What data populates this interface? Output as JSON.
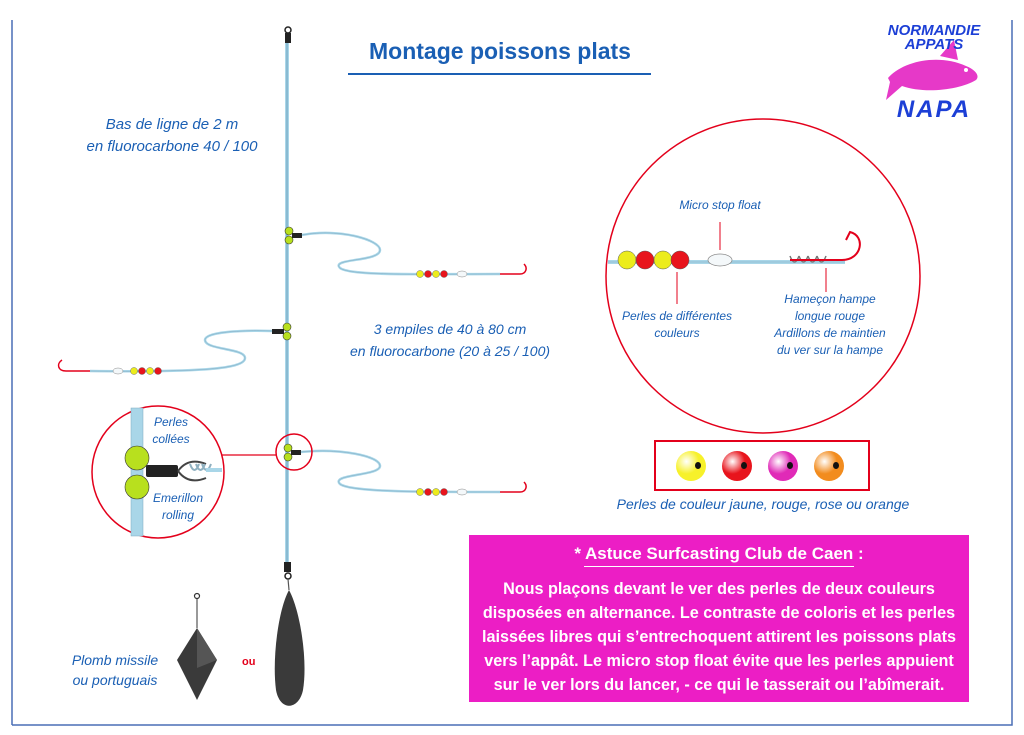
{
  "title": "Montage poissons plats",
  "logo": {
    "top": "NORMANDIE APPATS",
    "bottom": "NAPA"
  },
  "labels": {
    "leader_line1": "Bas de ligne de 2 m",
    "leader_line2": "en fluorocarbone 40 / 100",
    "snoods_line1": "3 empiles de 40 à 80 cm",
    "snoods_line2": "en fluorocarbone (20 à 25 / 100)",
    "micro_stop": "Micro stop float",
    "beads_line1": "Perles de différentes",
    "beads_line2": "couleurs",
    "hook_line1": "Hameçon hampe",
    "hook_line2": "longue rouge",
    "hook_line3": "Ardillons de maintien",
    "hook_line4": "du ver sur la hampe",
    "glued_line1": "Perles",
    "glued_line2": "collées",
    "swivel_line1": "Emerillon",
    "swivel_line2": "rolling",
    "bead_colors": "Perles de couleur jaune, rouge, rose ou orange",
    "sinker_line1": "Plomb missile",
    "sinker_line2": "ou portuguais",
    "or": "ou"
  },
  "tip": {
    "title": "* Astuce Surfcasting Club de Caen :",
    "lines": [
      "Nous plaçons devant le ver des perles de deux couleurs",
      "disposées en alternance. Le contraste de coloris et les perles",
      "laissées libres qui s’entrechoquent attirent les poissons plats",
      "vers l’appât. Le micro stop float évite que les perles appuient",
      "sur le ver lors du lancer, - ce qui le tasserait ou l’abîmerait."
    ]
  },
  "bead_swatches": [
    {
      "name": "jaune",
      "color": "#f7f12a"
    },
    {
      "name": "rouge",
      "color": "#e8141c"
    },
    {
      "name": "rose",
      "color": "#e02ab7"
    },
    {
      "name": "orange",
      "color": "#f28c1e"
    }
  ],
  "colors": {
    "accent_blue": "#1a5fb4",
    "frame_red": "#e3001b",
    "tip_pink": "#ec1ec5",
    "line_blue": "#a9d6e8",
    "sinker": "#3a3a3a",
    "bead_yellow": "#ecec1c",
    "bead_red": "#e8141c",
    "bead_green": "#b8e01e"
  }
}
